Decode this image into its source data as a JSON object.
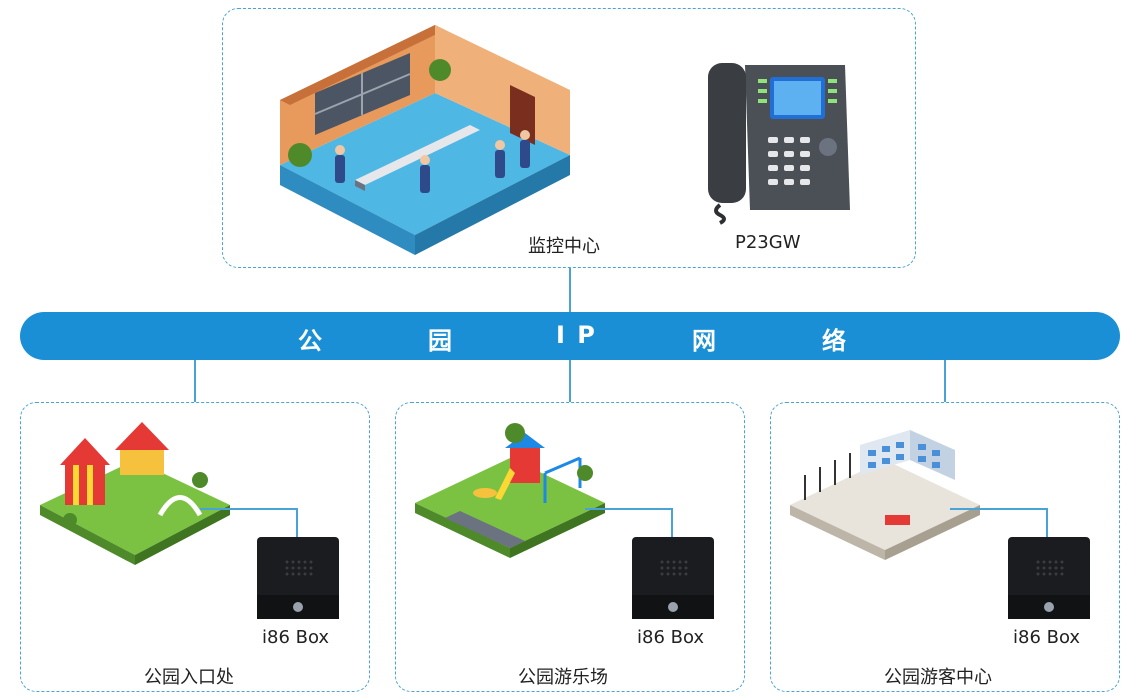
{
  "top_group": {
    "monitoring_center_label": "监控中心",
    "phone_label": "P23GW"
  },
  "network": {
    "chars": [
      "公",
      "园",
      "I P",
      "网",
      "络"
    ]
  },
  "sites": [
    {
      "name": "公园入口处",
      "device_label": "i86 Box"
    },
    {
      "name": "公园游乐场",
      "device_label": "i86 Box"
    },
    {
      "name": "公园游客中心",
      "device_label": "i86 Box"
    }
  ],
  "colors": {
    "bus": "#1a8fd6",
    "dash": "#4aa3d6",
    "grass": "#7cc242",
    "wall": "#e79a5b",
    "floor": "#4fb7e3"
  }
}
